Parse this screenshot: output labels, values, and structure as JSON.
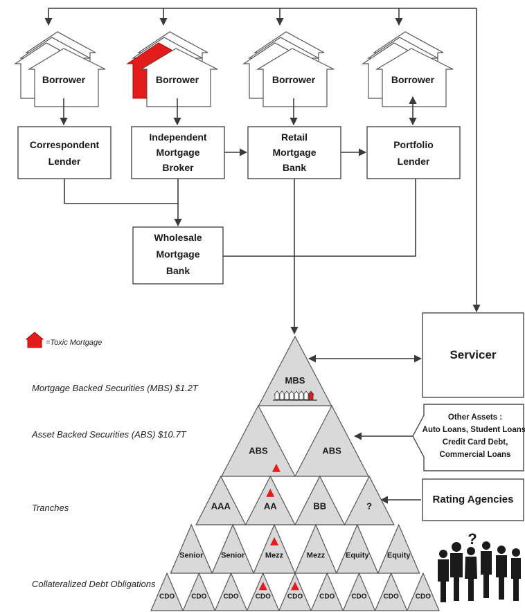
{
  "borrowers": [
    "Borrower",
    "Borrower",
    "Borrower",
    "Borrower"
  ],
  "lenders": {
    "correspondent": [
      "Correspondent",
      "Lender"
    ],
    "broker": [
      "Independent",
      "Mortgage",
      "Broker"
    ],
    "retail": [
      "Retail",
      "Mortgage",
      "Bank"
    ],
    "portfolio": [
      "Portfolio",
      "Lender"
    ],
    "wholesale": [
      "Wholesale",
      "Mortgage",
      "Bank"
    ]
  },
  "servicer": "Servicer",
  "other_assets": [
    "Other Assets :",
    "Auto Loans, Student Loans,",
    "Credit Card Debt,",
    "Commercial  Loans"
  ],
  "rating_agencies": "Rating Agencies",
  "legend": {
    "text": "=Toxic Mortgage",
    "color": "#e31b1b"
  },
  "side_labels": {
    "mbs": "Mortgage Backed Securities (MBS) $1.2T",
    "abs": "Asset Backed Securities (ABS) $10.7T",
    "tranches": "Tranches",
    "cdo": "Collateralized Debt Obligations"
  },
  "pyramid": {
    "mbs": "MBS",
    "abs": [
      "ABS",
      "ABS"
    ],
    "tranches": [
      "AAA",
      "AA",
      "BB",
      "?"
    ],
    "cdo_tranches": [
      "Senior",
      "Senior",
      "Mezz",
      "Mezz",
      "Equity",
      "Equity"
    ],
    "cdos": [
      "CDO",
      "CDO",
      "CDO",
      "CDO",
      "CDO",
      "CDO",
      "CDO",
      "CDO",
      "CDO"
    ]
  },
  "question_mark": "?",
  "colors": {
    "toxic": "#e31b1b",
    "tier_fill": "#d9d9d9"
  }
}
